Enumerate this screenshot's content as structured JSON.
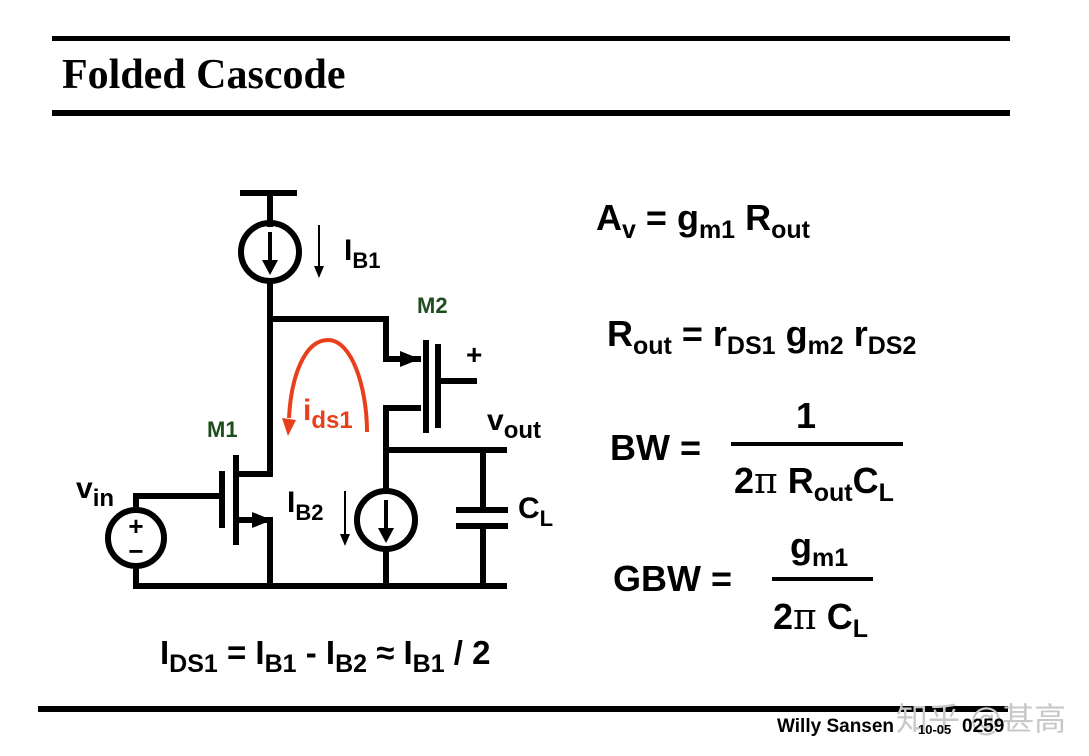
{
  "title": "Folded Cascode",
  "equations": {
    "av": {
      "lhs": "A",
      "lhs_sub": "v",
      "eq": " = ",
      "t1": "g",
      "t1_sub": "m1",
      "t2": " R",
      "t2_sub": "out"
    },
    "rout": {
      "lhs": "R",
      "lhs_sub": "out",
      "eq": " =  ",
      "t1": "r",
      "t1_sub": "DS1",
      "t2": " g",
      "t2_sub": "m2",
      "t3": " r",
      "t3_sub": "DS2"
    },
    "bw": {
      "lhs": "BW = ",
      "num": "1",
      "den_a": "2",
      "den_pi": "π",
      "den_b": " R",
      "den_b_sub": "out",
      "den_c": "C",
      "den_c_sub": "L"
    },
    "gbw": {
      "lhs": "GBW = ",
      "num": "g",
      "num_sub": "m1",
      "den_a": "2",
      "den_pi": "π",
      "den_b": " C",
      "den_b_sub": "L"
    },
    "ids": {
      "a": "I",
      "a_sub": "DS1",
      "b": " = I",
      "b_sub": "B1",
      "c": " - I",
      "c_sub": "B2",
      "d": " ≈  I",
      "d_sub": "B1",
      "e": " / 2"
    }
  },
  "circuit": {
    "ib1": "I",
    "ib1_sub": "B1",
    "ib2": "I",
    "ib2_sub": "B2",
    "m1": "M1",
    "m2": "M2",
    "vin": "v",
    "vin_sub": "in",
    "vout": "v",
    "vout_sub": "out",
    "cl": "C",
    "cl_sub": "L",
    "ids1": "i",
    "ids1_sub": "ds1",
    "plus": "+",
    "src_plus": "+",
    "src_minus": "−"
  },
  "colors": {
    "ink": "#000000",
    "accent_red": "#e8401c",
    "label_green": "#1f4e1f",
    "watermark": "#c8c8c8"
  },
  "footer": {
    "author": "Willy Sansen",
    "date": "10-05",
    "page": "0259"
  },
  "watermark": "知乎 @甚高"
}
